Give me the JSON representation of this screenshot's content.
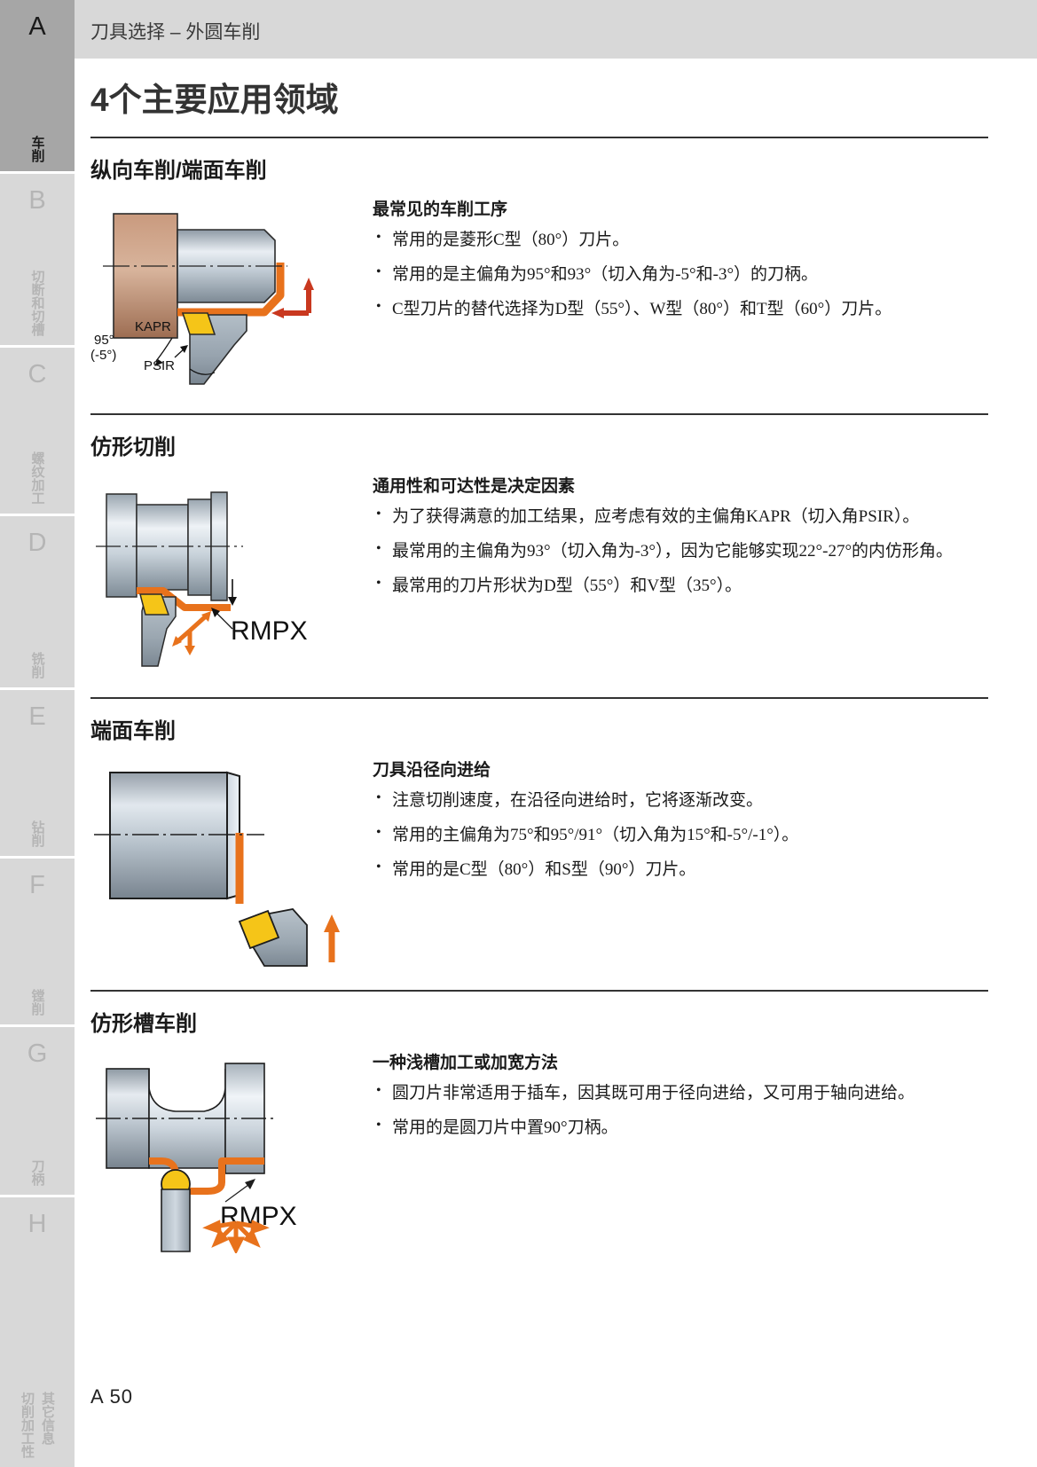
{
  "header": {
    "breadcrumb": "刀具选择 – 外圆车削"
  },
  "page": {
    "title": "4个主要应用领域",
    "number": "A 50"
  },
  "sidebar": {
    "items": [
      {
        "letter": "A",
        "label": "车削",
        "active": true
      },
      {
        "letter": "B",
        "label": "切断和切槽",
        "active": false
      },
      {
        "letter": "C",
        "label": "螺纹加工",
        "active": false
      },
      {
        "letter": "D",
        "label": "铣削",
        "active": false
      },
      {
        "letter": "E",
        "label": "钻削",
        "active": false
      },
      {
        "letter": "F",
        "label": "镗削",
        "active": false
      },
      {
        "letter": "G",
        "label": "刀柄",
        "active": false
      },
      {
        "letter": "H",
        "label": "切削加工性",
        "label2": "其它信息",
        "active": false
      }
    ]
  },
  "sections": [
    {
      "title": "纵向车削/端面车削",
      "lead": "最常见的车削工序",
      "bullets": [
        "常用的是菱形C型（80°）刀片。",
        "常用的是主偏角为95°和93°（切入角为-5°和-3°）的刀柄。",
        "C型刀片的替代选择为D型（55°）、W型（80°）和T型（60°）刀片。"
      ],
      "figure_labels": {
        "kapr": "KAPR",
        "psir": "PSIR",
        "angle": "95°",
        "angle2": "(-5°)"
      }
    },
    {
      "title": "仿形切削",
      "lead": "通用性和可达性是决定因素",
      "bullets": [
        "为了获得满意的加工结果，应考虑有效的主偏角KAPR（切入角PSIR）。",
        "最常用的主偏角为93°（切入角为-3°），因为它能够实现22°-27°的内仿形角。",
        "最常用的刀片形状为D型（55°）和V型（35°）。"
      ],
      "figure_labels": {
        "rmpx": "RMPX"
      }
    },
    {
      "title": "端面车削",
      "lead": "刀具沿径向进给",
      "bullets": [
        "注意切削速度，在沿径向进给时，它将逐渐改变。",
        "常用的主偏角为75°和95°/91°（切入角为15°和-5°/-1°）。",
        "常用的是C型（80°）和S型（90°）刀片。"
      ],
      "figure_labels": {}
    },
    {
      "title": "仿形槽车削",
      "lead": "一种浅槽加工或加宽方法",
      "bullets": [
        "圆刀片非常适用于插车，因其既可用于径向进给，又可用于轴向进给。",
        "常用的是圆刀片中置90°刀柄。"
      ],
      "figure_labels": {
        "rmpx": "RMPX"
      }
    }
  ],
  "colors": {
    "sidebar_active": "#a6a6a6",
    "sidebar_inactive": "#d8d8d8",
    "header_bg": "#d8d8d8",
    "rule": "#333333",
    "insert_yellow": "#f5c518",
    "tool_gray": "#9aa6b0",
    "path_orange": "#e8721c",
    "workpiece_copper": "#b5836a",
    "arrow_red": "#c9381f"
  }
}
